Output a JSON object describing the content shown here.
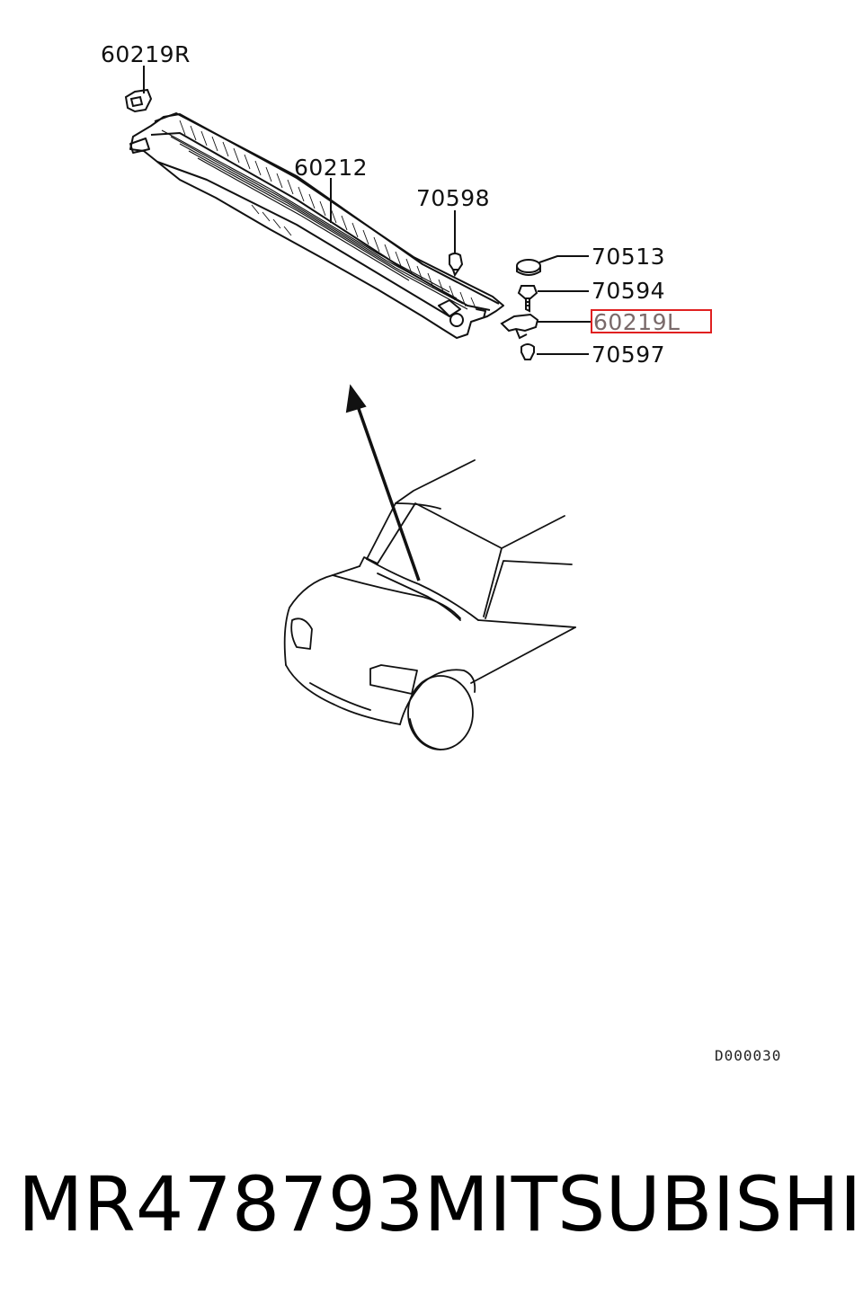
{
  "callouts": {
    "p60219R": "60219R",
    "p60212": "60212",
    "p70598": "70598",
    "p70513": "70513",
    "p70594": "70594",
    "p60219L": "60219L",
    "p70597": "70597"
  },
  "diagram_code": "D000030",
  "caption": {
    "part_number": "MR478793",
    "brand": "MITSUBISHI"
  },
  "colors": {
    "line": "#111111",
    "highlight_box": "#e02020",
    "highlight_text": "#7a6a6a"
  }
}
